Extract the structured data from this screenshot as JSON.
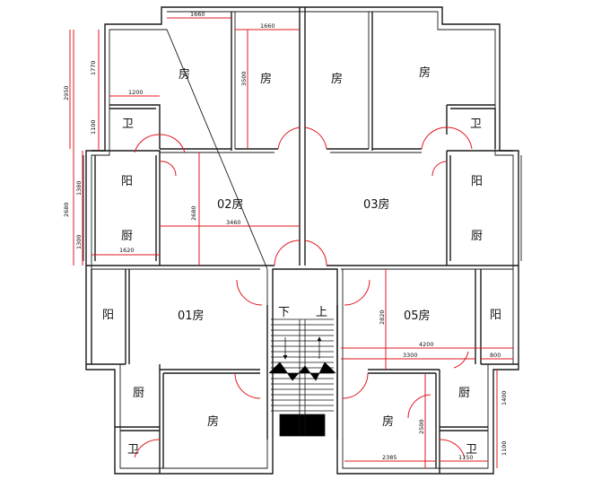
{
  "rooms": {
    "fang": "房",
    "wei": "卫",
    "yang": "阳",
    "chu": "厨",
    "r02": "02房",
    "r03": "03房",
    "r01": "01房",
    "r05": "05房",
    "down": "下",
    "up": "上"
  },
  "dims": {
    "d1660a": "1660",
    "d1660b": "1660",
    "d1770": "1770",
    "d2950": "2950",
    "d3500": "3500",
    "d1200": "1200",
    "d1100a": "1100",
    "d1380": "1380",
    "d2680a": "2680",
    "d1300": "1300",
    "d2680b": "2680",
    "d3460": "3460",
    "d1620": "1620",
    "d2820": "2820",
    "d4200": "4200",
    "d3300": "3300",
    "d800": "800",
    "d1400": "1400",
    "d2500": "2500",
    "d1100b": "1100",
    "d2385": "2385",
    "d1150": "1150"
  },
  "colors": {
    "wall": "#1a1a1a",
    "dimension": "#e0191f",
    "door": "#e0191f"
  }
}
